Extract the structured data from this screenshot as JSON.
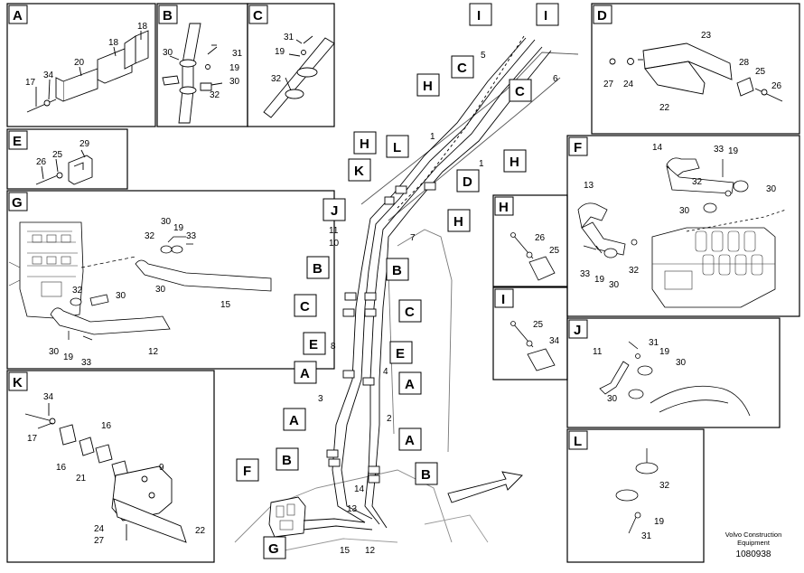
{
  "panels": {
    "A": {
      "letter": "A",
      "parts": [
        "18",
        "20",
        "34",
        "17"
      ]
    },
    "B": {
      "letter": "B",
      "parts": [
        "31",
        "30",
        "19",
        "30",
        "32"
      ]
    },
    "C": {
      "letter": "C",
      "parts": [
        "31",
        "19",
        "32"
      ]
    },
    "D": {
      "letter": "D",
      "parts": [
        "23",
        "27",
        "24",
        "28",
        "25",
        "26",
        "22"
      ]
    },
    "E": {
      "letter": "E",
      "parts": [
        "29",
        "26",
        "25"
      ]
    },
    "F": {
      "letter": "F",
      "parts": [
        "14",
        "33",
        "19",
        "13",
        "32",
        "30",
        "30",
        "33",
        "19",
        "30",
        "32"
      ]
    },
    "G": {
      "letter": "G",
      "parts": [
        "30",
        "19",
        "33",
        "32",
        "30",
        "15",
        "32",
        "30",
        "30",
        "19",
        "33",
        "12"
      ]
    },
    "H": {
      "letter": "H",
      "parts": [
        "26",
        "25"
      ]
    },
    "I": {
      "letter": "I",
      "parts": [
        "25",
        "34"
      ]
    },
    "J": {
      "letter": "J",
      "parts": [
        "31",
        "19",
        "11",
        "30",
        "30"
      ]
    },
    "K": {
      "letter": "K",
      "parts": [
        "34",
        "17",
        "16",
        "16",
        "21",
        "9",
        "24",
        "27",
        "22"
      ]
    },
    "L": {
      "letter": "L",
      "parts": [
        "32",
        "19",
        "31"
      ]
    }
  },
  "main": {
    "callouts": [
      "I",
      "I",
      "C",
      "H",
      "C",
      "H",
      "H",
      "L",
      "K",
      "D",
      "H",
      "J",
      "B",
      "B",
      "C",
      "C",
      "E",
      "E",
      "A",
      "A",
      "A",
      "A",
      "B",
      "B",
      "F",
      "G"
    ],
    "parts": [
      "5",
      "6",
      "1",
      "1",
      "7",
      "11",
      "10",
      "8",
      "4",
      "3",
      "2",
      "14",
      "13",
      "15",
      "12"
    ]
  },
  "footer": {
    "line1": "Volvo Construction",
    "line2": "Equipment",
    "figure_no": "1080938"
  }
}
